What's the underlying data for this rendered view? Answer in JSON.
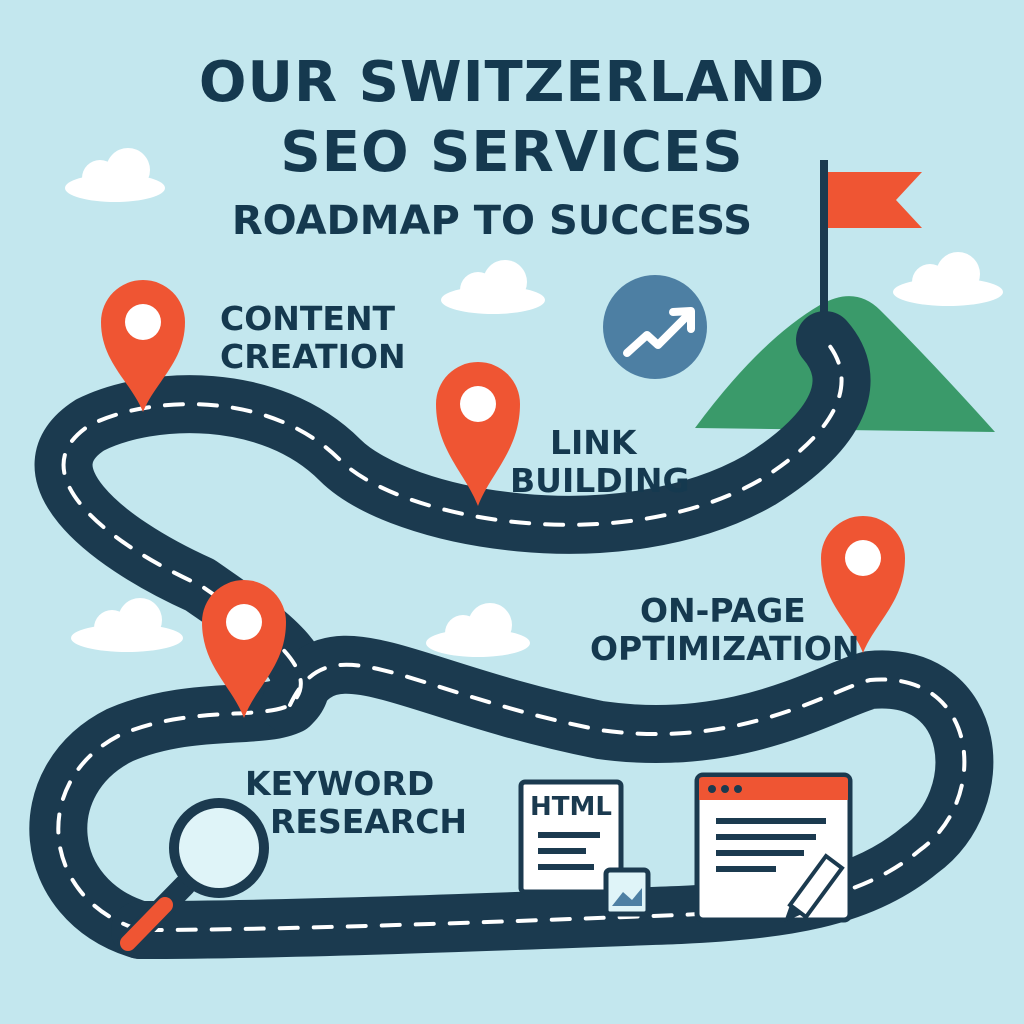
{
  "title": {
    "line1": "OUR SWITZERLAND",
    "line2": "SEO SERVICES",
    "subtitle": "ROADMAP TO SUCCESS"
  },
  "milestones": [
    {
      "line1": "CONTENT",
      "line2": "CREATION"
    },
    {
      "line1": "LINK",
      "line2": "BUILDING"
    },
    {
      "line1": "ON-PAGE",
      "line2": "OPTIMIZATION"
    },
    {
      "line1": "KEYWORD",
      "line2": "RESEARCH"
    }
  ],
  "html_doc_label": "HTML",
  "colors": {
    "background": "#c3e7ee",
    "road": "#1b3a4f",
    "pin": "#ef5533",
    "hill": "#3a9a6a",
    "growth_circle": "#4d7fa3",
    "text": "#15394f"
  }
}
